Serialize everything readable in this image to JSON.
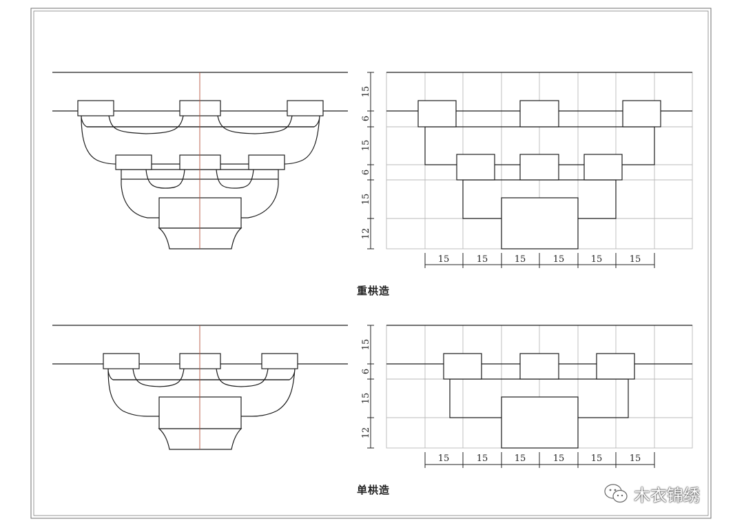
{
  "diagrams": [
    {
      "caption": "重栱造",
      "vertical_dims": [
        "15",
        "6",
        "15",
        "6",
        "15",
        "12"
      ],
      "horizontal_dims": [
        "15",
        "15",
        "15",
        "15",
        "15",
        "15"
      ]
    },
    {
      "caption": "单栱造",
      "vertical_dims": [
        "15",
        "6",
        "15",
        "12"
      ],
      "horizontal_dims": [
        "15",
        "15",
        "15",
        "15",
        "15",
        "15"
      ]
    }
  ],
  "watermark": {
    "text": "木衣锦绣",
    "icon": "wechat-icon"
  },
  "colors": {
    "line": "#1a1a1a",
    "grid": "#b9b9b9",
    "centerline": "#b5533c",
    "frame": "#6e6e6e"
  }
}
